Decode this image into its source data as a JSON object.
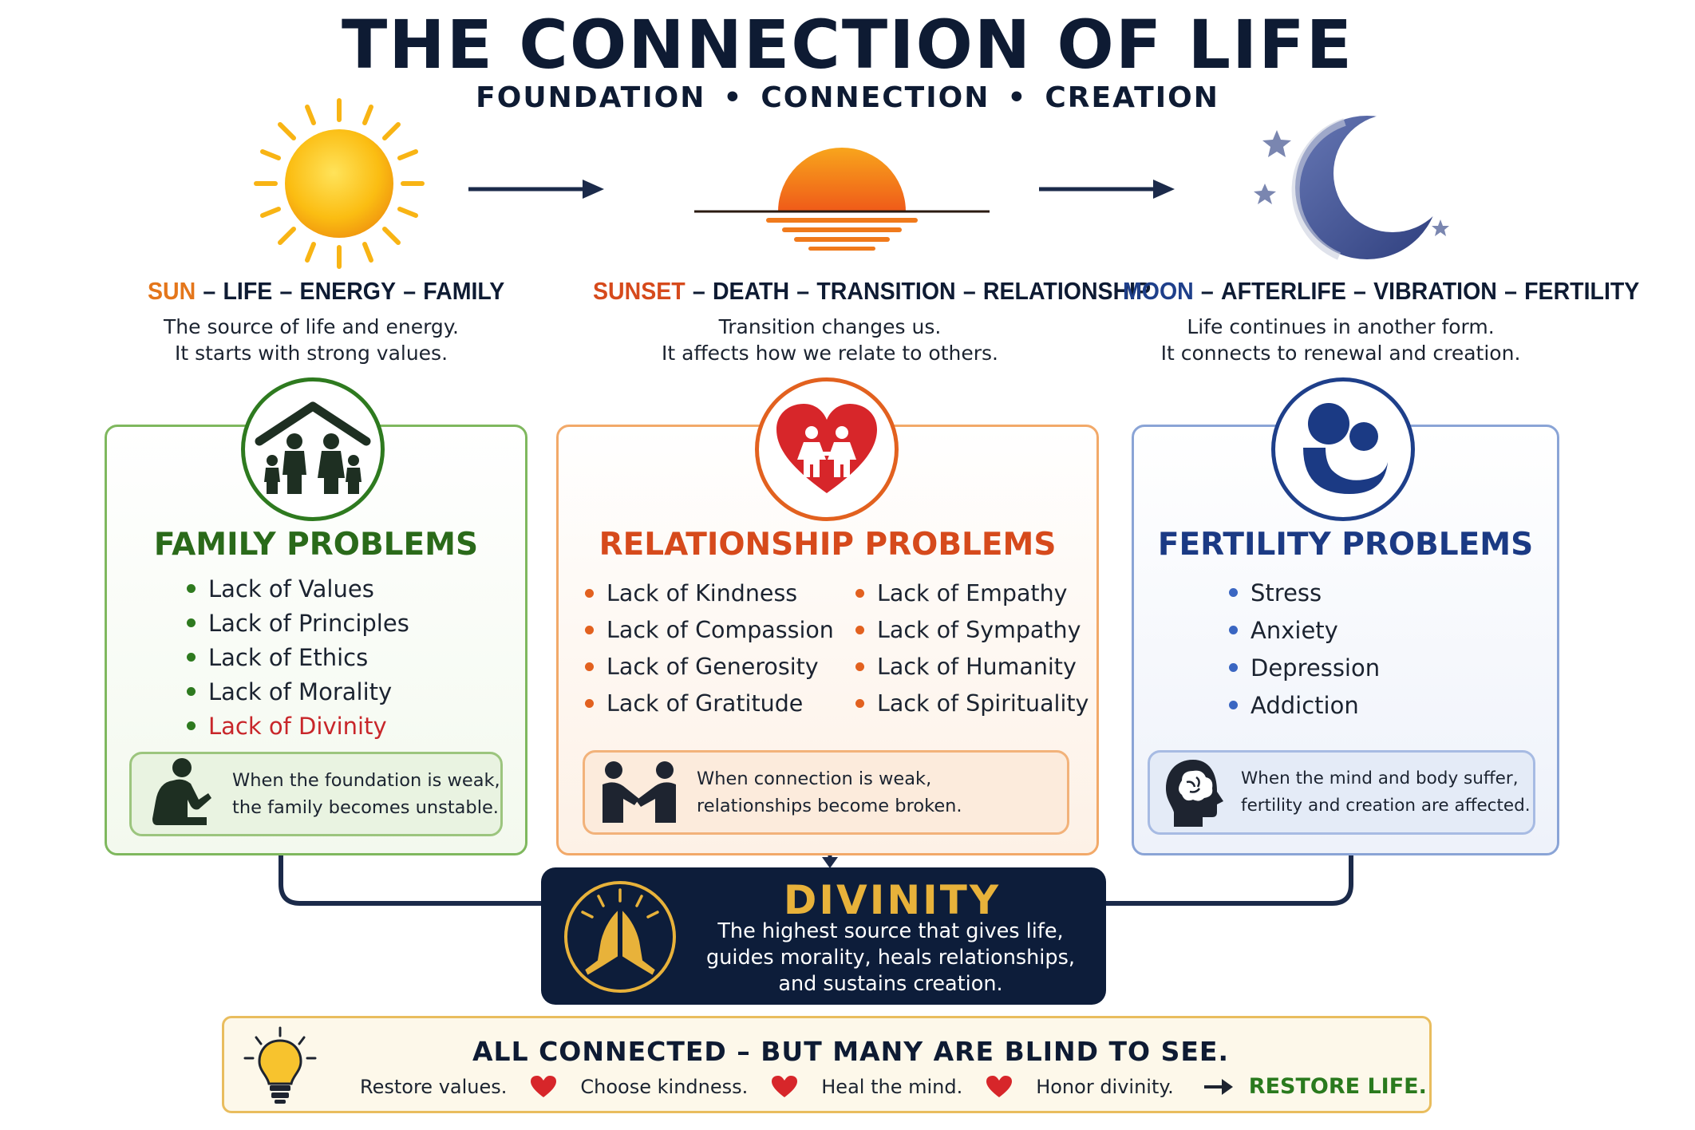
{
  "header": {
    "title": "THE CONNECTION OF LIFE",
    "subtitle_parts": [
      "FOUNDATION",
      "CONNECTION",
      "CREATION"
    ],
    "subtitle_separator": "•"
  },
  "columns": {
    "sun": {
      "keyword": "SUN",
      "heading_rest": [
        "LIFE",
        "ENERGY",
        "FAMILY"
      ],
      "desc_line1": "The source of life and energy.",
      "desc_line2": "It starts with strong values.",
      "color": "#e4761b"
    },
    "sunset": {
      "keyword": "SUNSET",
      "heading_rest": [
        "DEATH",
        "TRANSITION",
        "RELATIONSHIP"
      ],
      "desc_line1": "Transition changes us.",
      "desc_line2": "It affects how we relate to others.",
      "color": "#d64a1c"
    },
    "moon": {
      "keyword": "MOON",
      "heading_rest": [
        "AFTERLIFE",
        "VIBRATION",
        "FERTILITY"
      ],
      "desc_line1": "Life continues in another form.",
      "desc_line2": "It connects to renewal and creation.",
      "color": "#1e3f8a"
    },
    "dash": "–"
  },
  "panels": {
    "family": {
      "title": "FAMILY PROBLEMS",
      "icon": "family-house-icon",
      "items": [
        "Lack of Values",
        "Lack of Principles",
        "Lack of Ethics",
        "Lack of Morality",
        "Lack of Divinity"
      ],
      "note_line1": "When the foundation is weak,",
      "note_line2": "the family becomes unstable.",
      "note_icon": "praying-person-icon",
      "accent": "#2e7a1f",
      "highlight_item_color": "#c8262a"
    },
    "relationship": {
      "title": "RELATIONSHIP PROBLEMS",
      "icon": "heart-couple-icon",
      "items_left": [
        "Lack of Kindness",
        "Lack of Compassion",
        "Lack of Generosity",
        "Lack of Gratitude"
      ],
      "items_right": [
        "Lack of Empathy",
        "Lack of Sympathy",
        "Lack of Humanity",
        "Lack of Spirituality"
      ],
      "note_line1": "When connection is weak,",
      "note_line2": "relationships become broken.",
      "note_icon": "handshake-icon",
      "accent": "#e2611f"
    },
    "fertility": {
      "title": "FERTILITY PROBLEMS",
      "icon": "mother-child-icon",
      "items": [
        "Stress",
        "Anxiety",
        "Depression",
        "Addiction"
      ],
      "note_line1": "When the mind and body suffer,",
      "note_line2": "fertility and creation are affected.",
      "note_icon": "brain-head-icon",
      "accent": "#1e3f8a"
    }
  },
  "divinity": {
    "title": "DIVINITY",
    "line1": "The highest source that gives life,",
    "line2": "guides morality, heals relationships,",
    "line3": "and sustains creation.",
    "icon": "praying-hands-icon"
  },
  "footer": {
    "headline": "ALL CONNECTED – BUT MANY ARE BLIND TO SEE.",
    "steps": [
      "Restore values.",
      "Choose kindness.",
      "Heal the mind.",
      "Honor divinity."
    ],
    "final": "RESTORE LIFE.",
    "icon": "lightbulb-icon"
  }
}
